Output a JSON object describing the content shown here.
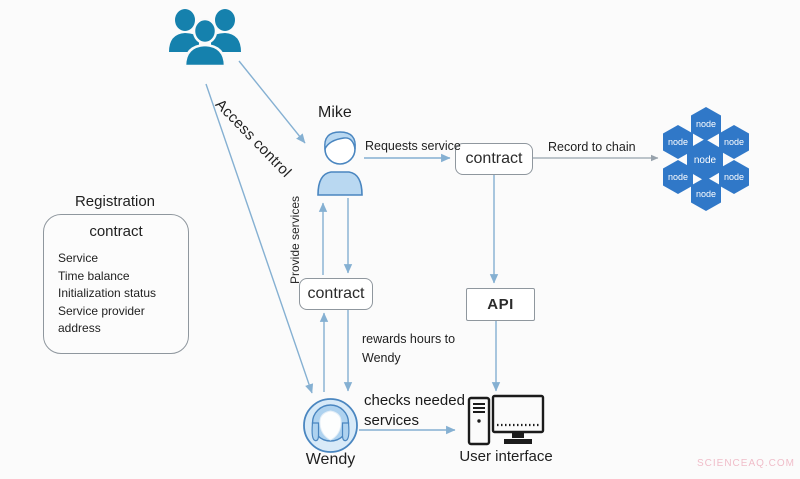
{
  "labels": {
    "access_control": "Access control",
    "provide_services": "Provide services",
    "requests_service": "Requests service",
    "record_to_chain": "Record to chain",
    "rewards_line1": "rewards hours to",
    "rewards_line2": "Wendy",
    "checks_line1": "checks needed",
    "checks_line2": "services"
  },
  "actors": {
    "mike": "Mike",
    "wendy": "Wendy"
  },
  "registration": {
    "title": "Registration",
    "header": "contract",
    "items": [
      "Service",
      "Time balance",
      "Initialization status",
      "Service provider address"
    ]
  },
  "boxes": {
    "contract_mid": "contract",
    "contract_right": "contract",
    "api": "API"
  },
  "blockchain": {
    "nodes": [
      "node",
      "node",
      "node",
      "node",
      "node",
      "node",
      "node"
    ]
  },
  "ui": {
    "user_interface": "User interface"
  },
  "watermark": "SCIENCEAQ.COM",
  "icons": {
    "group": "people-group-icon",
    "mike": "male-avatar-icon",
    "wendy": "female-avatar-icon",
    "computer": "desktop-computer-icon"
  },
  "colors": {
    "node_fill": "#3078c8",
    "arrow": "#85b0d2",
    "arrow_gray": "#97a2ac",
    "group_icon": "#1581ad",
    "avatar_fill": "#b9d8f1",
    "avatar_stroke": "#4a86c0",
    "watermark": "#f0bdc9"
  }
}
